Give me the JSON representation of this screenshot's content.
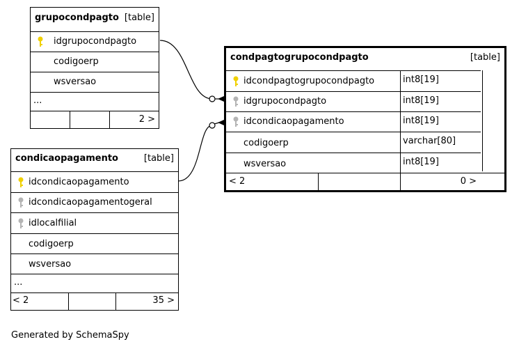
{
  "tables": {
    "grupocondpagto": {
      "name": "grupocondpagto",
      "type": "[table]",
      "columns": [
        {
          "name": "idgrupocondpagto",
          "key": "primary"
        },
        {
          "name": "codigoerp",
          "key": "none"
        },
        {
          "name": "wsversao",
          "key": "none"
        }
      ],
      "ellipsis": "...",
      "footer": {
        "left": "",
        "right": "2 >"
      }
    },
    "condpagtogrupocondpagto": {
      "name": "condpagtogrupocondpagto",
      "type": "[table]",
      "columns": [
        {
          "name": "idcondpagtogrupocondpagto",
          "type": "int8[19]",
          "key": "primary"
        },
        {
          "name": "idgrupocondpagto",
          "type": "int8[19]",
          "key": "foreign"
        },
        {
          "name": "idcondicaopagamento",
          "type": "int8[19]",
          "key": "foreign"
        },
        {
          "name": "codigoerp",
          "type": "varchar[80]",
          "key": "none"
        },
        {
          "name": "wsversao",
          "type": "int8[19]",
          "key": "none"
        }
      ],
      "footer": {
        "left": "< 2",
        "right": "0 >"
      }
    },
    "condicaopagamento": {
      "name": "condicaopagamento",
      "type": "[table]",
      "columns": [
        {
          "name": "idcondicaopagamento",
          "key": "primary"
        },
        {
          "name": "idcondicaopagamentogeral",
          "key": "foreign"
        },
        {
          "name": "idlocalfilial",
          "key": "foreign"
        },
        {
          "name": "codigoerp",
          "key": "none"
        },
        {
          "name": "wsversao",
          "key": "none"
        }
      ],
      "ellipsis": "...",
      "footer": {
        "left": "< 2",
        "right": "35 >"
      }
    }
  },
  "colors": {
    "primary_key": "#f0d000",
    "foreign_key": "#b4b4b4"
  },
  "footer_text": "Generated by SchemaSpy"
}
